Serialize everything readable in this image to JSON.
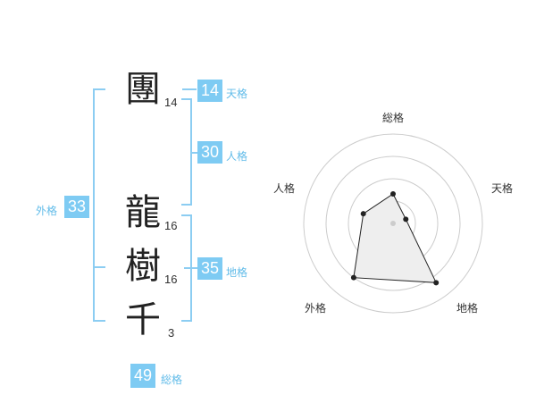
{
  "name_chars": [
    {
      "char": "團",
      "strokes": "14"
    },
    {
      "char": "龍",
      "strokes": "16"
    },
    {
      "char": "樹",
      "strokes": "16"
    },
    {
      "char": "千",
      "strokes": "3"
    }
  ],
  "kakusu": {
    "tenkaku": {
      "value": "14",
      "label": "天格"
    },
    "jinkaku": {
      "value": "30",
      "label": "人格"
    },
    "chikaku": {
      "value": "35",
      "label": "地格"
    },
    "gaikaku": {
      "value": "33",
      "label": "外格"
    },
    "soukaku": {
      "value": "49",
      "label": "総格"
    }
  },
  "bracket_color": "#8ccdf2",
  "badge_color": "#7ecbf3",
  "radar": {
    "axes": [
      "総格",
      "天格",
      "地格",
      "外格",
      "人格"
    ],
    "values": [
      0.33,
      0.15,
      0.82,
      0.75,
      0.35
    ],
    "rings": 4,
    "fill_color": "#eeeeee",
    "ring_color": "#cccccc"
  }
}
